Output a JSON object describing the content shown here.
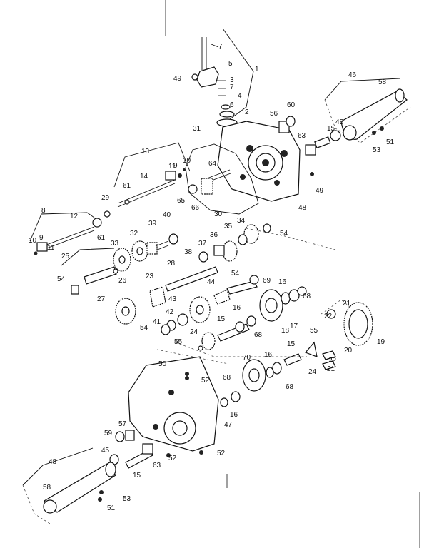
{
  "callouts": [
    {
      "name": "callout-7-top",
      "text": "7"
    },
    {
      "name": "callout-5",
      "text": "5"
    },
    {
      "name": "callout-1",
      "text": "1"
    },
    {
      "name": "callout-49-top",
      "text": "49"
    },
    {
      "name": "callout-3",
      "text": "3"
    },
    {
      "name": "callout-7",
      "text": "7"
    },
    {
      "name": "callout-4",
      "text": "4"
    },
    {
      "name": "callout-6",
      "text": "6"
    },
    {
      "name": "callout-2",
      "text": "2"
    },
    {
      "name": "callout-31",
      "text": "31"
    },
    {
      "name": "callout-46",
      "text": "46"
    },
    {
      "name": "callout-58-right",
      "text": "58"
    },
    {
      "name": "callout-56",
      "text": "56"
    },
    {
      "name": "callout-60",
      "text": "60"
    },
    {
      "name": "callout-63-right",
      "text": "63"
    },
    {
      "name": "callout-15-right",
      "text": "15"
    },
    {
      "name": "callout-45-right",
      "text": "45"
    },
    {
      "name": "callout-53-right",
      "text": "53"
    },
    {
      "name": "callout-51-right",
      "text": "51"
    },
    {
      "name": "callout-13",
      "text": "13"
    },
    {
      "name": "callout-10-upper",
      "text": "10"
    },
    {
      "name": "callout-9-upper",
      "text": "9"
    },
    {
      "name": "callout-11-upper",
      "text": "11"
    },
    {
      "name": "callout-14",
      "text": "14"
    },
    {
      "name": "callout-64",
      "text": "64"
    },
    {
      "name": "callout-49-right",
      "text": "49"
    },
    {
      "name": "callout-48-right",
      "text": "48"
    },
    {
      "name": "callout-29",
      "text": "29"
    },
    {
      "name": "callout-61-upper",
      "text": "61"
    },
    {
      "name": "callout-65",
      "text": "65"
    },
    {
      "name": "callout-66",
      "text": "66"
    },
    {
      "name": "callout-30",
      "text": "30"
    },
    {
      "name": "callout-8",
      "text": "8"
    },
    {
      "name": "callout-12",
      "text": "12"
    },
    {
      "name": "callout-61-lower",
      "text": "61"
    },
    {
      "name": "callout-10-lower",
      "text": "10"
    },
    {
      "name": "callout-9-lower",
      "text": "9"
    },
    {
      "name": "callout-11-lower",
      "text": "11"
    },
    {
      "name": "callout-40",
      "text": "40"
    },
    {
      "name": "callout-39",
      "text": "39"
    },
    {
      "name": "callout-32",
      "text": "32"
    },
    {
      "name": "callout-33",
      "text": "33"
    },
    {
      "name": "callout-34",
      "text": "34"
    },
    {
      "name": "callout-35",
      "text": "35"
    },
    {
      "name": "callout-36",
      "text": "36"
    },
    {
      "name": "callout-37",
      "text": "37"
    },
    {
      "name": "callout-38",
      "text": "38"
    },
    {
      "name": "callout-54-a",
      "text": "54"
    },
    {
      "name": "callout-25",
      "text": "25"
    },
    {
      "name": "callout-26",
      "text": "26"
    },
    {
      "name": "callout-54-b",
      "text": "54"
    },
    {
      "name": "callout-28",
      "text": "28"
    },
    {
      "name": "callout-23",
      "text": "23"
    },
    {
      "name": "callout-54-c",
      "text": "54"
    },
    {
      "name": "callout-44",
      "text": "44"
    },
    {
      "name": "callout-69",
      "text": "69"
    },
    {
      "name": "callout-16-a",
      "text": "16"
    },
    {
      "name": "callout-68-a",
      "text": "68"
    },
    {
      "name": "callout-27",
      "text": "27"
    },
    {
      "name": "callout-43",
      "text": "43"
    },
    {
      "name": "callout-42",
      "text": "42"
    },
    {
      "name": "callout-41",
      "text": "41"
    },
    {
      "name": "callout-54-d",
      "text": "54"
    },
    {
      "name": "callout-15-mid",
      "text": "15"
    },
    {
      "name": "callout-16-b",
      "text": "16"
    },
    {
      "name": "callout-68-b",
      "text": "68"
    },
    {
      "name": "callout-18",
      "text": "18"
    },
    {
      "name": "callout-17",
      "text": "17"
    },
    {
      "name": "callout-21-top",
      "text": "21"
    },
    {
      "name": "callout-22-top",
      "text": "22"
    },
    {
      "name": "callout-20",
      "text": "20"
    },
    {
      "name": "callout-19",
      "text": "19"
    },
    {
      "name": "callout-24-mid",
      "text": "24"
    },
    {
      "name": "callout-55-a",
      "text": "55"
    },
    {
      "name": "callout-55-b",
      "text": "55"
    },
    {
      "name": "callout-15-lower",
      "text": "15"
    },
    {
      "name": "callout-70",
      "text": "70"
    },
    {
      "name": "callout-16-c",
      "text": "16"
    },
    {
      "name": "callout-68-c",
      "text": "68"
    },
    {
      "name": "callout-24-lower",
      "text": "24"
    },
    {
      "name": "callout-22-lower",
      "text": "22"
    },
    {
      "name": "callout-21-lower",
      "text": "21"
    },
    {
      "name": "callout-50",
      "text": "50"
    },
    {
      "name": "callout-52-a",
      "text": "52"
    },
    {
      "name": "callout-68-d",
      "text": "68"
    },
    {
      "name": "callout-16-d",
      "text": "16"
    },
    {
      "name": "callout-47",
      "text": "47"
    },
    {
      "name": "callout-59",
      "text": "59"
    },
    {
      "name": "callout-57",
      "text": "57"
    },
    {
      "name": "callout-45-left",
      "text": "45"
    },
    {
      "name": "callout-48-left",
      "text": "48"
    },
    {
      "name": "callout-52-b",
      "text": "52"
    },
    {
      "name": "callout-63-left",
      "text": "63"
    },
    {
      "name": "callout-15-left",
      "text": "15"
    },
    {
      "name": "callout-52-c",
      "text": "52"
    },
    {
      "name": "callout-58-left",
      "text": "58"
    },
    {
      "name": "callout-53-left",
      "text": "53"
    },
    {
      "name": "callout-51-left",
      "text": "51"
    }
  ]
}
